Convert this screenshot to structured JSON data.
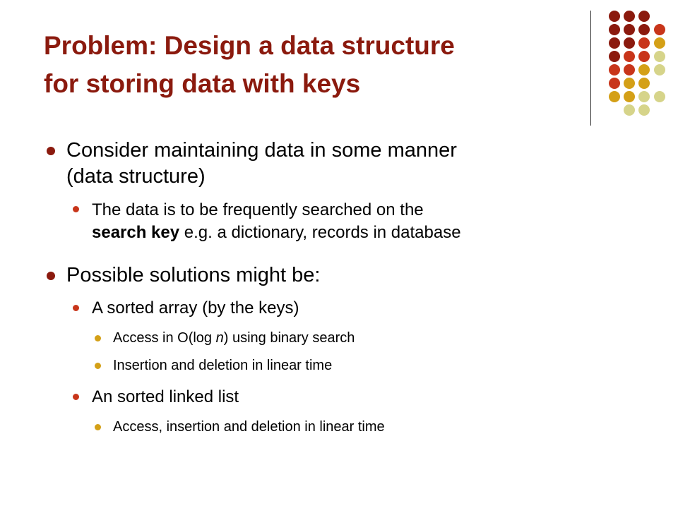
{
  "slide": {
    "title_line1": "Problem: Design a data structure",
    "title_line2": "for storing data with keys",
    "colors": {
      "title": "#8B1A0E",
      "dot_palette": [
        "#8B1A0E",
        "#C8351A",
        "#D4A017",
        "#D6D48A"
      ]
    }
  },
  "bullets": {
    "b1_line1": "Consider maintaining data in some manner",
    "b1_line2": "(data structure)",
    "b1a_line1": "The data is to be frequently searched on the",
    "b1a_line2_bold": "search key",
    "b1a_line2_rest": " e.g. a dictionary, records in database",
    "b2": "Possible solutions might be:",
    "b2a": "A sorted array (by the keys)",
    "b2a_i_pre": "Access in O(log ",
    "b2a_i_n": "n",
    "b2a_i_post": ") using binary search",
    "b2a_ii": "Insertion and deletion in linear time",
    "b2b": "An sorted linked list",
    "b2b_i": "Access, insertion and deletion in linear time"
  }
}
